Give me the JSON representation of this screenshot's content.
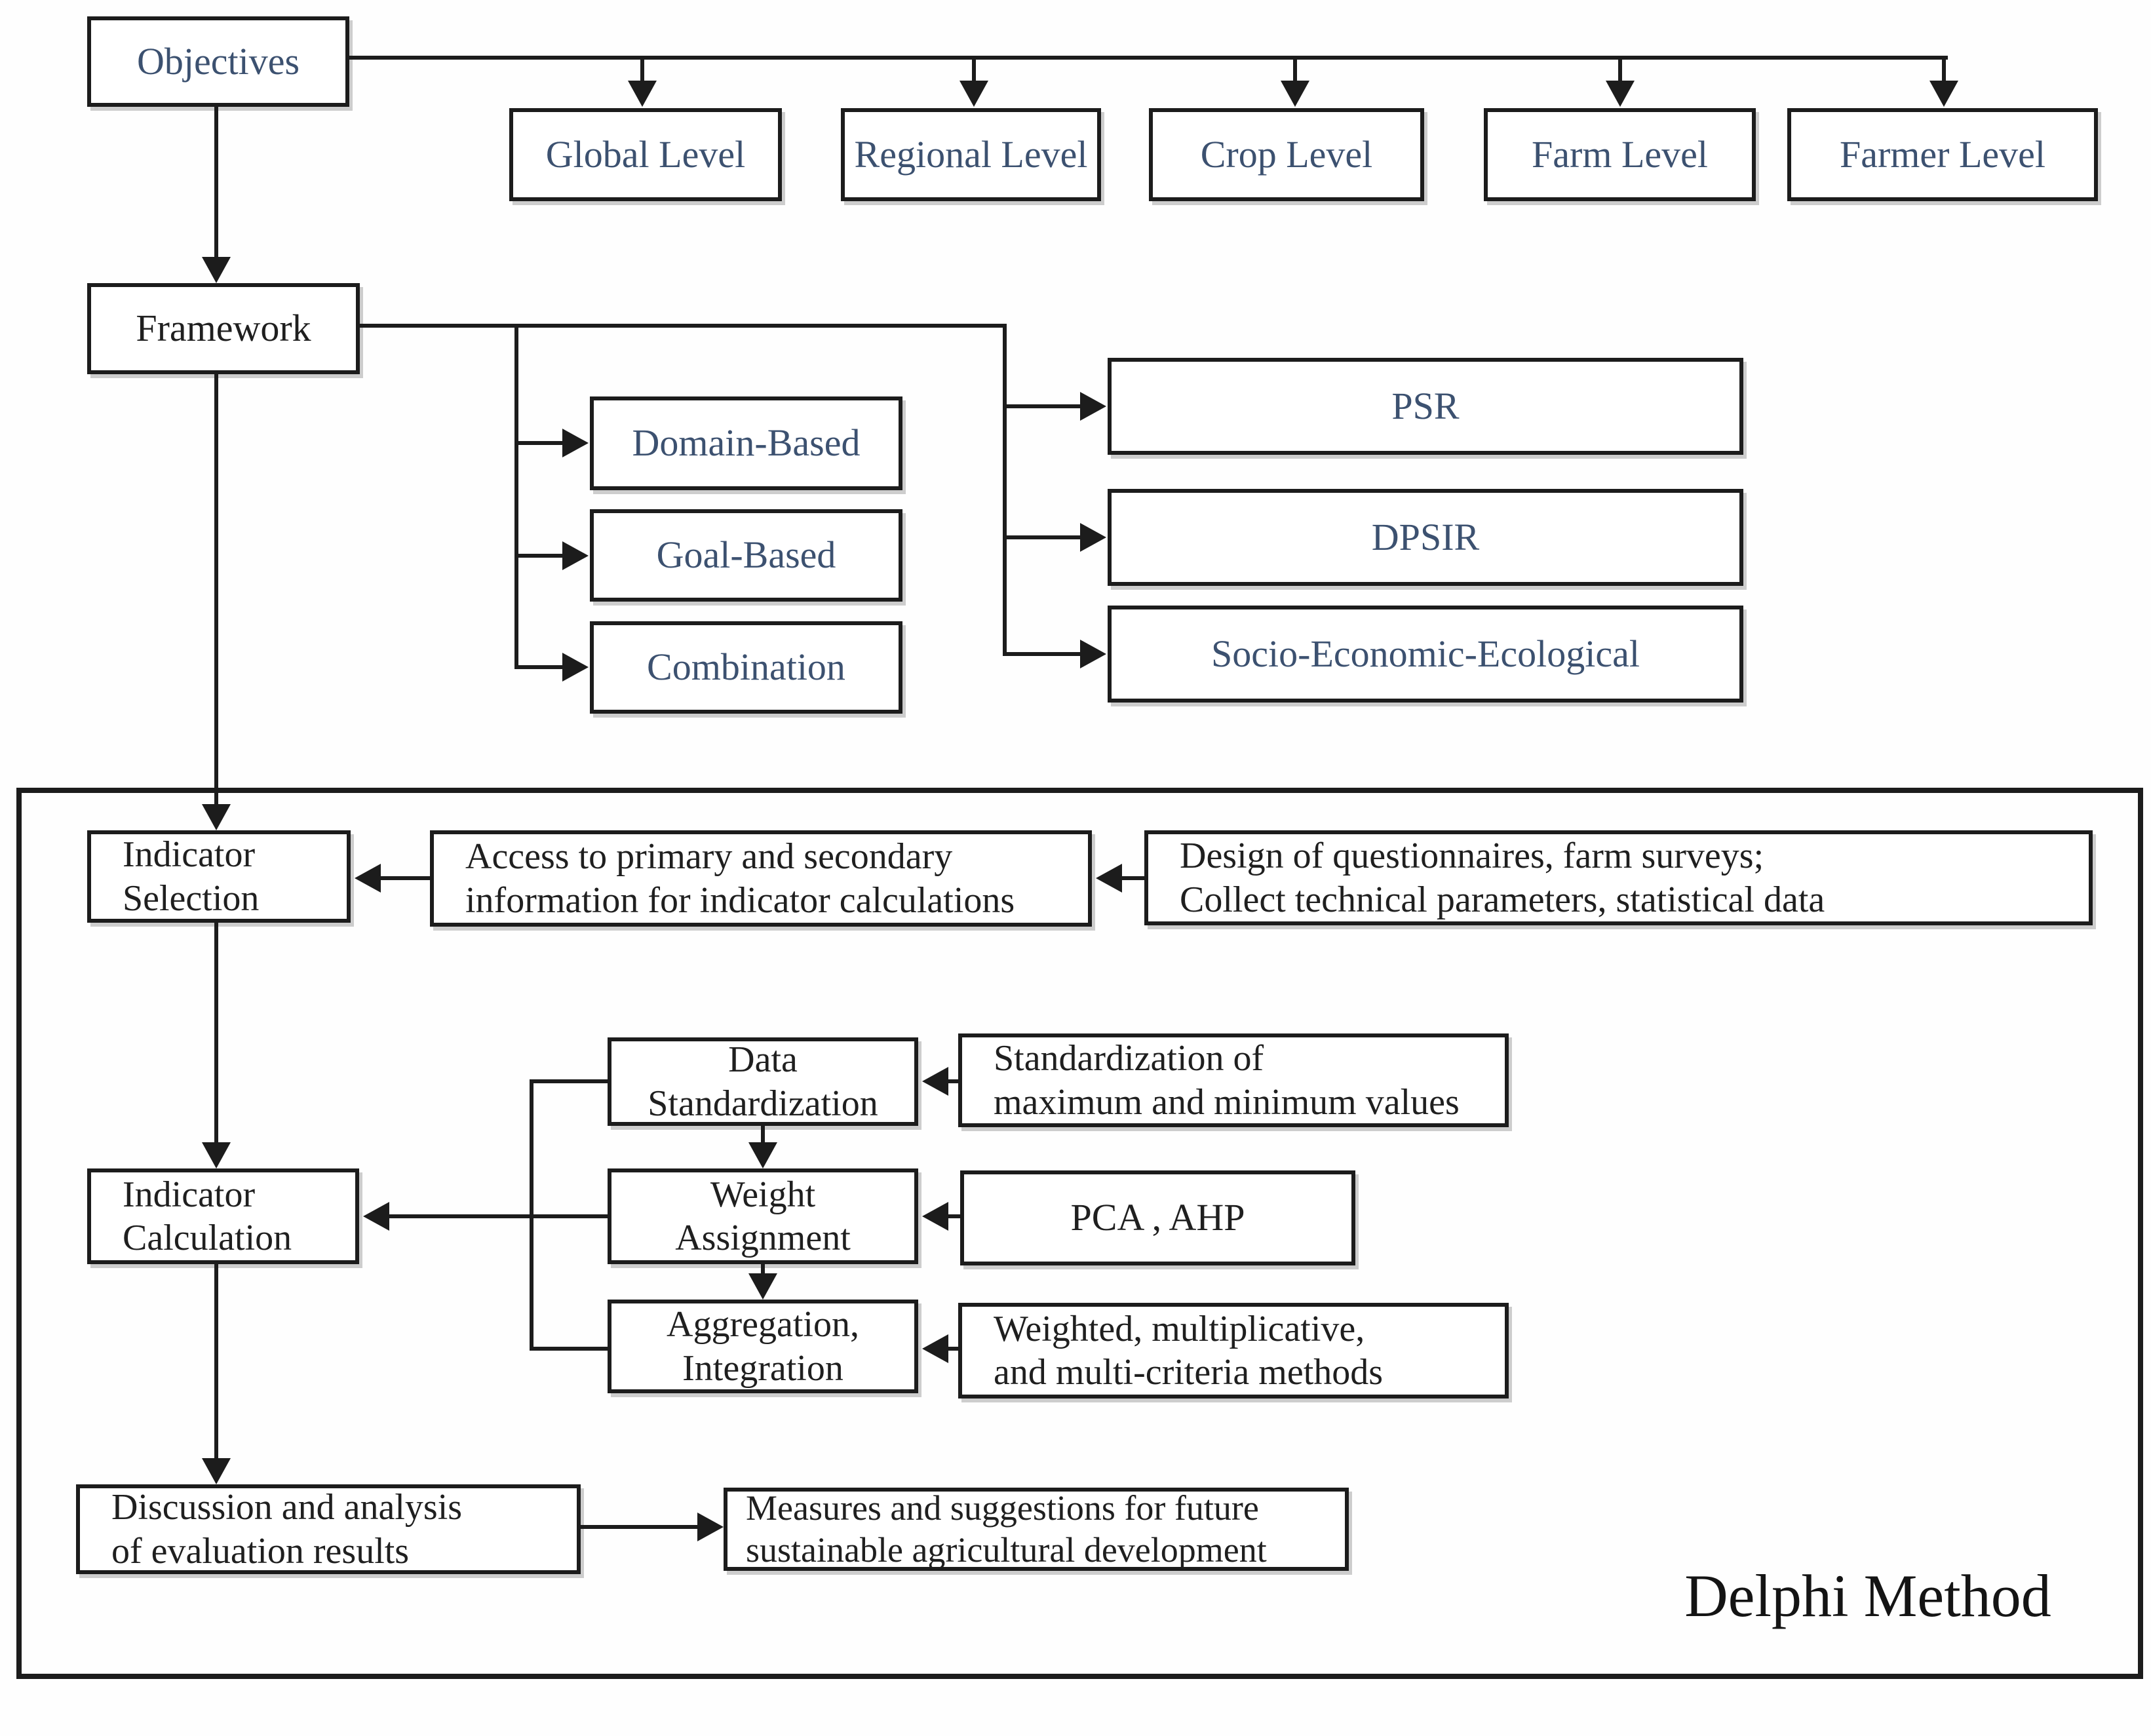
{
  "diagram": {
    "objectives": "Objectives",
    "levels": [
      "Global Level",
      "Regional Level",
      "Crop Level",
      "Farm Level",
      "Farmer Level"
    ],
    "framework": "Framework",
    "framework_types": [
      "Domain-Based",
      "Goal-Based",
      "Combination"
    ],
    "framework_models": [
      "PSR",
      "DPSIR",
      "Socio-Economic-Ecological"
    ],
    "indicator_selection": {
      "line1": "Indicator",
      "line2": "Selection"
    },
    "access_info": {
      "line1": "Access to primary and secondary",
      "line2": "information for indicator calculations"
    },
    "design": {
      "line1": "Design of questionnaires, farm surveys;",
      "line2": "Collect technical parameters, statistical data"
    },
    "data_standardization": {
      "line1": "Data",
      "line2": "Standardization"
    },
    "std_maxmin": {
      "line1": "Standardization of",
      "line2": "maximum and minimum values"
    },
    "indicator_calculation": {
      "line1": "Indicator",
      "line2": "Calculation"
    },
    "weight_assignment": {
      "line1": "Weight",
      "line2": "Assignment"
    },
    "pca_ahp": "PCA , AHP",
    "aggregation": {
      "line1": "Aggregation,",
      "line2": "Integration"
    },
    "weighted_methods": {
      "line1": "Weighted, multiplicative,",
      "line2": "and multi-criteria methods"
    },
    "discussion": {
      "line1": "Discussion and analysis",
      "line2": "of evaluation results"
    },
    "measures": {
      "line1": "Measures and suggestions for future",
      "line2": "sustainable agricultural development"
    },
    "method_label": "Delphi Method",
    "colors": {
      "accent_text": "#3c5170",
      "dark_text": "#1f1f1f",
      "line": "#1c1c1c"
    }
  }
}
